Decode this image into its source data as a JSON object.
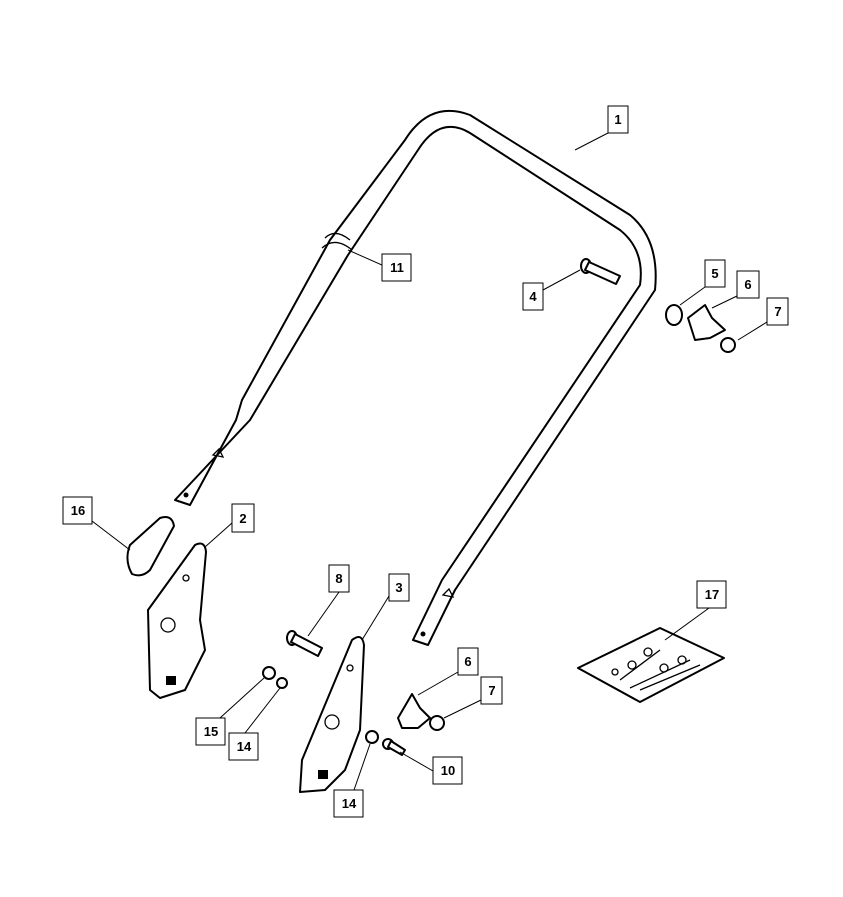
{
  "callouts": [
    {
      "id": "c1",
      "label": "1"
    },
    {
      "id": "c2",
      "label": "2"
    },
    {
      "id": "c3",
      "label": "3"
    },
    {
      "id": "c4",
      "label": "4"
    },
    {
      "id": "c5",
      "label": "5"
    },
    {
      "id": "c6a",
      "label": "6"
    },
    {
      "id": "c6b",
      "label": "6"
    },
    {
      "id": "c7a",
      "label": "7"
    },
    {
      "id": "c7b",
      "label": "7"
    },
    {
      "id": "c8",
      "label": "8"
    },
    {
      "id": "c10",
      "label": "10"
    },
    {
      "id": "c11",
      "label": "11"
    },
    {
      "id": "c14a",
      "label": "14"
    },
    {
      "id": "c14b",
      "label": "14"
    },
    {
      "id": "c15",
      "label": "15"
    },
    {
      "id": "c16",
      "label": "16"
    },
    {
      "id": "c17",
      "label": "17"
    }
  ]
}
